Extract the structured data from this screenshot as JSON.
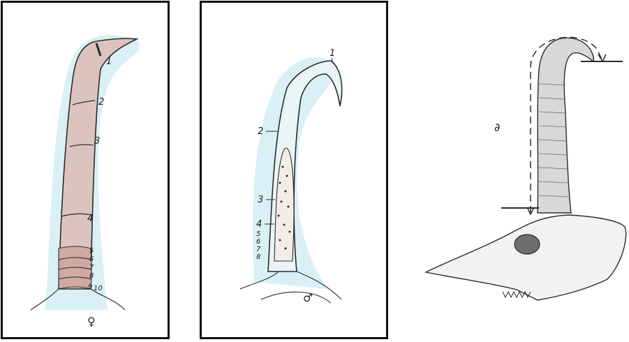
{
  "colors": {
    "frame": "#111111",
    "blue_wash": "#bfe6f0",
    "horn_fill": "#dcc4be",
    "horn_fill_dark": "#cfa9a2",
    "pencil": "#2b2b2b",
    "skull_shade": "#9c9c9c"
  },
  "panel_a": {
    "labels": [
      "1",
      "2",
      "3",
      "4",
      "5",
      "6",
      "7",
      "8",
      "9",
      "10"
    ],
    "sex_symbol": "♀"
  },
  "panel_b": {
    "labels": [
      "1",
      "2",
      "3",
      "4",
      "5",
      "6",
      "7",
      "8"
    ],
    "sex_symbol": "♂"
  },
  "panel_c": {
    "label": "∂"
  }
}
